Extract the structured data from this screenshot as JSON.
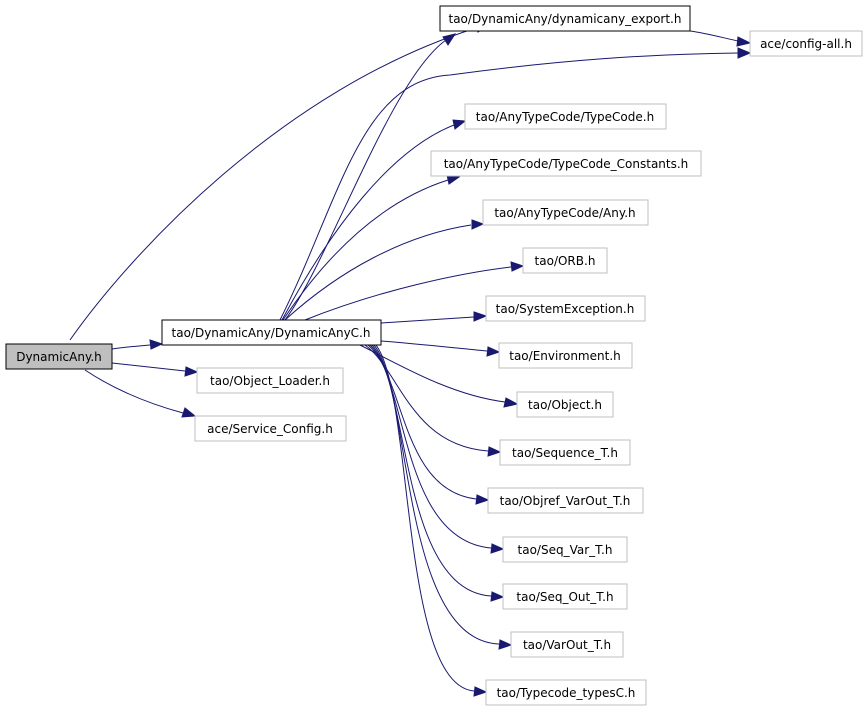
{
  "graph": {
    "colors": {
      "edge": "#191970",
      "root_fill": "#bfbfbf",
      "local_border": "#000000",
      "external_border": "#bfbfbf"
    },
    "nodes": {
      "root": "DynamicAny.h",
      "dynamicanyc": "tao/DynamicAny/DynamicAnyC.h",
      "dynamicany_export": "tao/DynamicAny/dynamicany_export.h",
      "config_all": "ace/config-all.h",
      "typecode": "tao/AnyTypeCode/TypeCode.h",
      "typecode_constants": "tao/AnyTypeCode/TypeCode_Constants.h",
      "any": "tao/AnyTypeCode/Any.h",
      "orb": "tao/ORB.h",
      "system_exception": "tao/SystemException.h",
      "environment": "tao/Environment.h",
      "object": "tao/Object.h",
      "sequence_t": "tao/Sequence_T.h",
      "objref_varout_t": "tao/Objref_VarOut_T.h",
      "seq_var_t": "tao/Seq_Var_T.h",
      "seq_out_t": "tao/Seq_Out_T.h",
      "varout_t": "tao/VarOut_T.h",
      "typecode_typesc": "tao/Typecode_typesC.h",
      "object_loader": "tao/Object_Loader.h",
      "service_config": "ace/Service_Config.h"
    }
  }
}
